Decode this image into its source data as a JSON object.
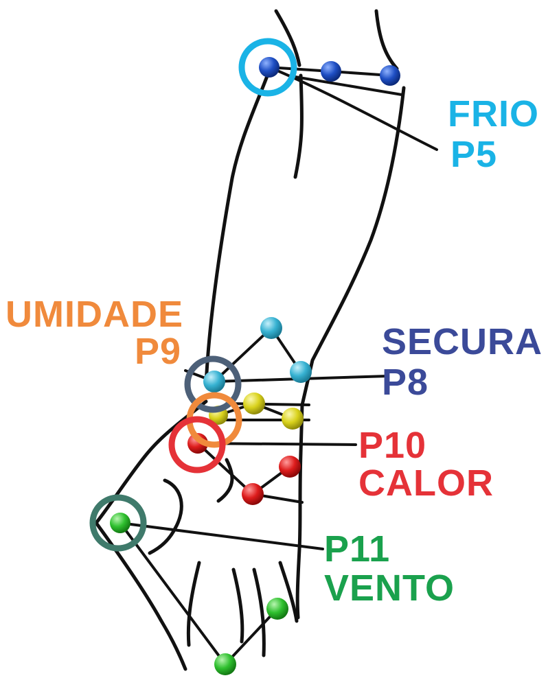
{
  "labels": {
    "frio": {
      "name": "FRIO",
      "point": "P5",
      "color": "#1ab3e6"
    },
    "umidade": {
      "name": "UMIDADE",
      "point": "P9",
      "color": "#f08a3c"
    },
    "secura": {
      "name": "SECURA",
      "point": "P8",
      "color": "#3b4a99"
    },
    "calor": {
      "name": "CALOR",
      "point": "P10",
      "color": "#e53238"
    },
    "vento": {
      "name": "VENTO",
      "point": "P11",
      "color": "#1aa14d"
    }
  },
  "colors": {
    "outline": "#111111",
    "dot_blue": "#1f4fc4",
    "dot_cyan": "#37b2d2",
    "dot_yellow": "#d9d21c",
    "dot_red": "#dd1c1c",
    "dot_green": "#2fc02f",
    "ring_frio": "#1ab3e6",
    "ring_secura": "#4d6078",
    "ring_umidade": "#f08a3c",
    "ring_calor": "#e53238",
    "ring_vento": "#3f7a6b"
  }
}
